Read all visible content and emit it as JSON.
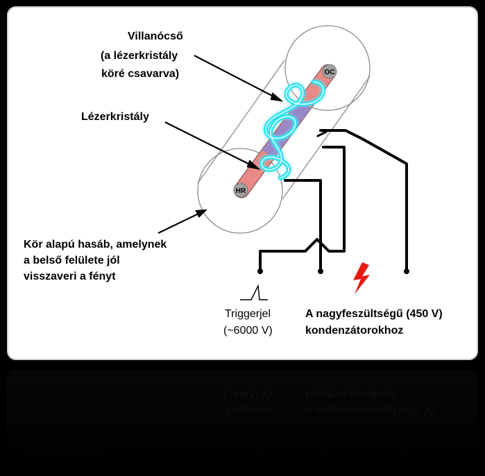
{
  "labels": {
    "flashtube": [
      "Villanócső",
      "(a lézerkristály",
      "köré csavarva)"
    ],
    "crystal": "Lézerkristály",
    "cylinder": [
      "Kör alapú hasáb, amelynek",
      "a belső felülete jól",
      "visszaveri a fényt"
    ],
    "trigger": [
      "Triggerjel",
      "(~6000 V)"
    ],
    "capacitor": [
      "A nagyfeszültségű (450 V)",
      "kondenzátorokhoz"
    ],
    "oc": "OC",
    "hr": "HR"
  },
  "colors": {
    "background": "#000000",
    "panel": "#ffffff",
    "rod": "#e98a86",
    "rod_overlap": "#9a87c8",
    "flashtube": "#22e0f2",
    "flashtube_glow": "#9ef3fb",
    "bolt": "#e8190f",
    "lines": "#000000",
    "cylinder": "#8a8a8a",
    "endcap": "#a0a0a0"
  },
  "icons": {
    "trigger_pulse": "pulse-icon",
    "high_voltage": "lightning-bolt-icon"
  }
}
